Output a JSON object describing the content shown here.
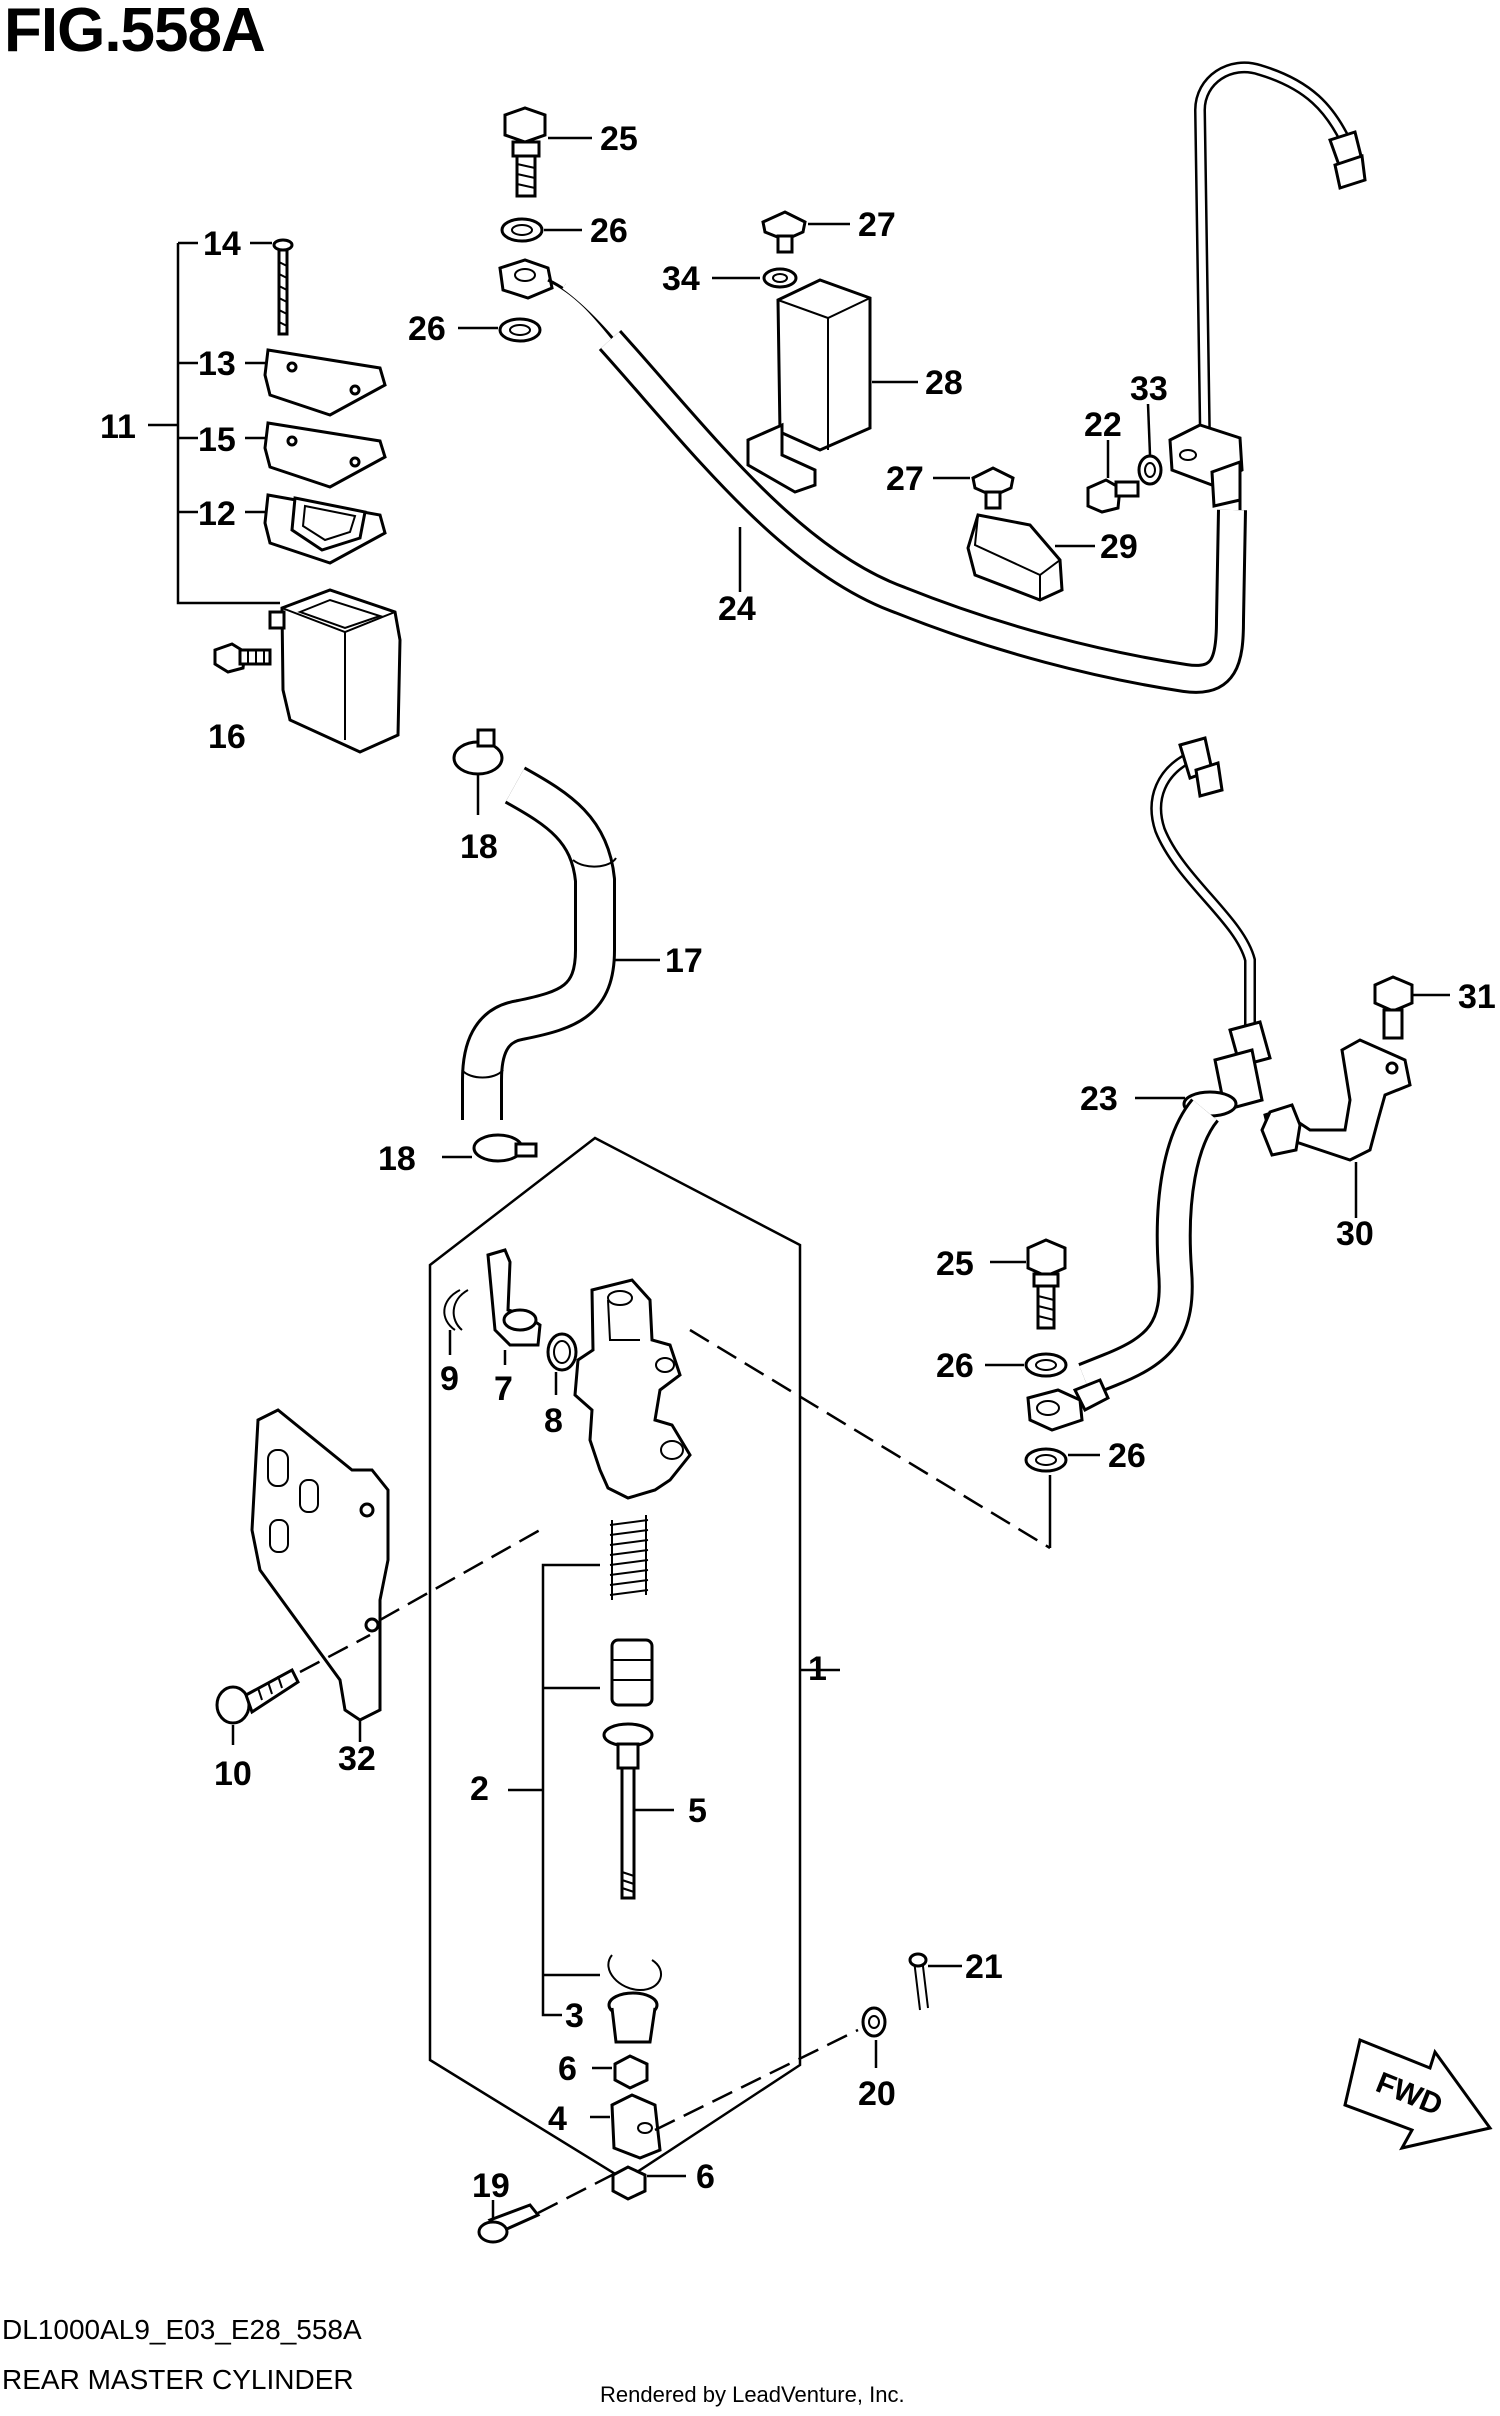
{
  "figure": {
    "title": "FIG.558A",
    "code": "DL1000AL9_E03_E28_558A",
    "subtitle": "REAR MASTER CYLINDER",
    "credit": "Rendered by LeadVenture, Inc.",
    "direction_label": "FWD"
  },
  "callouts": {
    "c1": "1",
    "c2": "2",
    "c3": "3",
    "c4": "4",
    "c5": "5",
    "c6a": "6",
    "c6b": "6",
    "c7": "7",
    "c8": "8",
    "c9": "9",
    "c10": "10",
    "c11": "11",
    "c12": "12",
    "c13": "13",
    "c14": "14",
    "c15": "15",
    "c16": "16",
    "c17": "17",
    "c18a": "18",
    "c18b": "18",
    "c19": "19",
    "c20": "20",
    "c21": "21",
    "c22": "22",
    "c23": "23",
    "c24": "24",
    "c25a": "25",
    "c25b": "25",
    "c26a": "26",
    "c26b": "26",
    "c26c": "26",
    "c26d": "26",
    "c27a": "27",
    "c27b": "27",
    "c28": "28",
    "c29": "29",
    "c30": "30",
    "c31": "31",
    "c32": "32",
    "c33": "33",
    "c34": "34"
  }
}
